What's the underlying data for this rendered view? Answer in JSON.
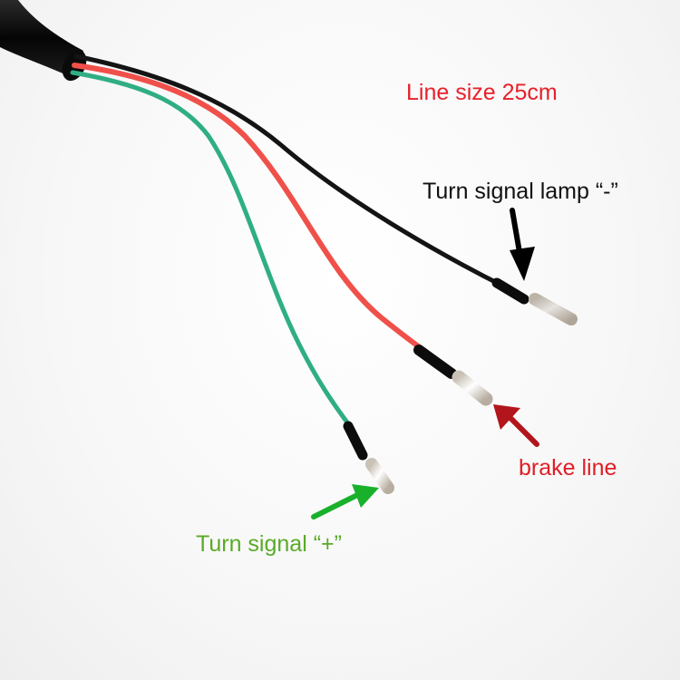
{
  "labels": {
    "title": "Line size 25cm",
    "lamp": "Turn signal lamp “-”",
    "brake": "brake line",
    "turn": "Turn signal “+”"
  },
  "colors": {
    "title": "#e8202a",
    "lamp": "#111111",
    "brake": "#e01e26",
    "turn": "#5aaa28",
    "arrow_lamp": "#000000",
    "arrow_brake": "#b3151c",
    "arrow_turn": "#19b02a",
    "wire_black": "#141414",
    "wire_red": "#f0504a",
    "wire_green": "#2fae84"
  }
}
